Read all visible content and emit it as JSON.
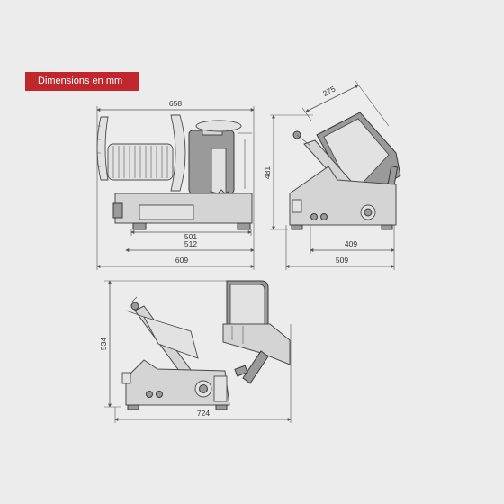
{
  "banner": {
    "title": "Dimensions en mm"
  },
  "colors": {
    "banner": "#c0272d",
    "background": "#ececec",
    "lines": "#555555"
  },
  "dimensions": {
    "front_width_top": "658",
    "front_base_inner": "501",
    "front_base_mid": "512",
    "front_base_outer": "609",
    "side_blade": "275",
    "side_height": "481",
    "side_base_inner": "409",
    "side_base_outer": "509",
    "open_height": "534",
    "open_width": "724"
  }
}
